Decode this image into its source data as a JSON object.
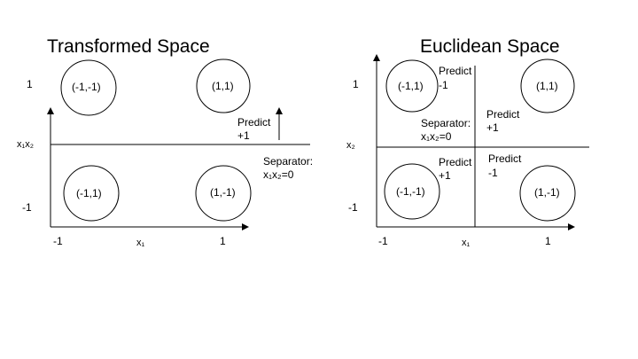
{
  "left_panel": {
    "title": "Transformed Space",
    "y_tick_top": "1",
    "y_tick_bottom": "-1",
    "y_axis_label": "x₁x₂",
    "x_tick_left": "-1",
    "x_tick_right": "1",
    "x_axis_label": "x₁",
    "circles": [
      "(-1,-1)",
      "(1,1)",
      "(-1,1)",
      "(1,-1)"
    ],
    "predict_label": "Predict",
    "predict_value": "+1",
    "separator_label": "Separator:",
    "separator_eq": "x₁x₂=0"
  },
  "right_panel": {
    "title": "Euclidean Space",
    "y_tick_top": "1",
    "y_tick_bottom": "-1",
    "y_axis_label": "x₂",
    "x_tick_left": "-1",
    "x_tick_right": "1",
    "x_axis_label": "x₁",
    "circles": [
      "(-1,1)",
      "(1,1)",
      "(-1,-1)",
      "(1,-1)"
    ],
    "quadrants": {
      "top_left": {
        "label": "Predict",
        "value": "-1"
      },
      "top_right": {
        "label": "Predict",
        "value": "+1"
      },
      "bottom_left": {
        "label": "Predict",
        "value": "+1"
      },
      "bottom_right": {
        "label": "Predict",
        "value": "-1"
      }
    },
    "separator_label": "Separator:",
    "separator_eq": "x₁x₂=0"
  }
}
